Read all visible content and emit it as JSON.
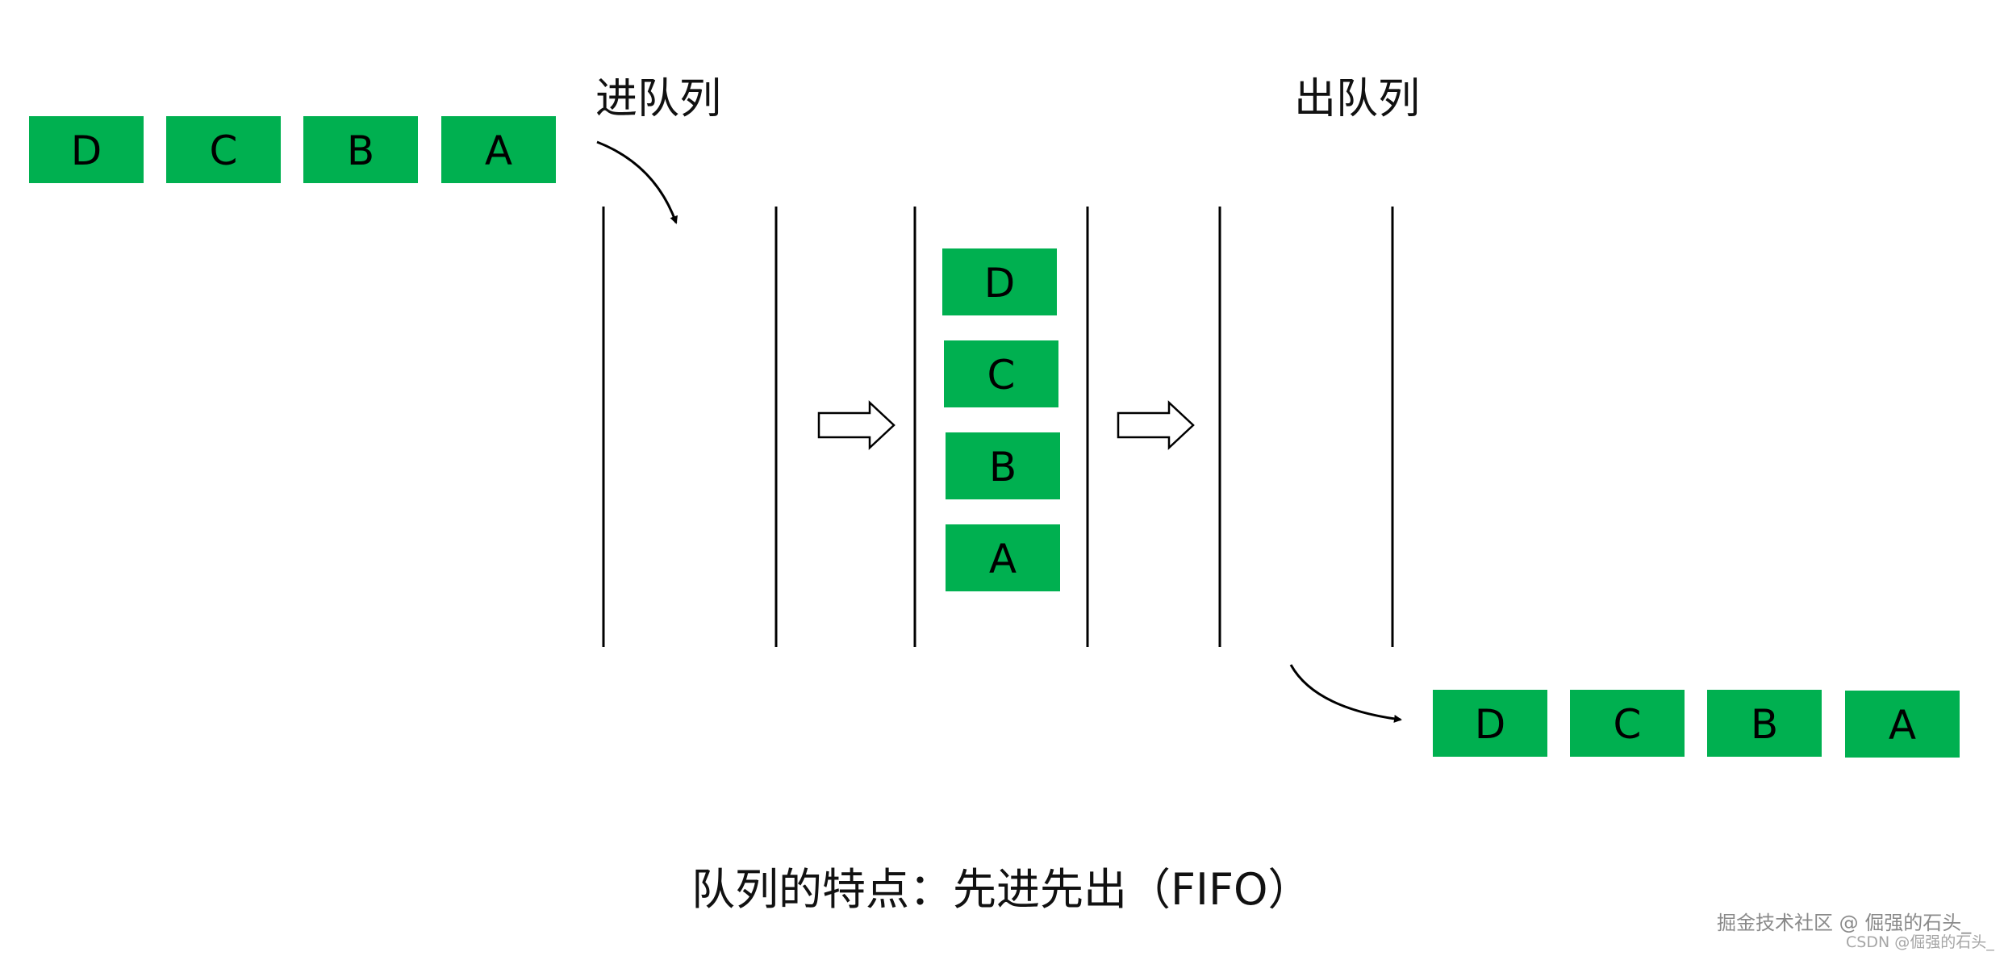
{
  "labels": {
    "enqueue": "进队列",
    "dequeue": "出队列",
    "caption": "队列的特点：先进先出（FIFO）"
  },
  "input_items": [
    "D",
    "C",
    "B",
    "A"
  ],
  "queue_items": [
    "D",
    "C",
    "B",
    "A"
  ],
  "output_items": [
    "D",
    "C",
    "B",
    "A"
  ],
  "watermark": {
    "line1": "掘金技术社区 @ 倔强的石头_",
    "line2": "CSDN @倔强的石头_"
  },
  "colors": {
    "box_fill": "#00b050",
    "line": "#000000",
    "text": "#000000"
  }
}
